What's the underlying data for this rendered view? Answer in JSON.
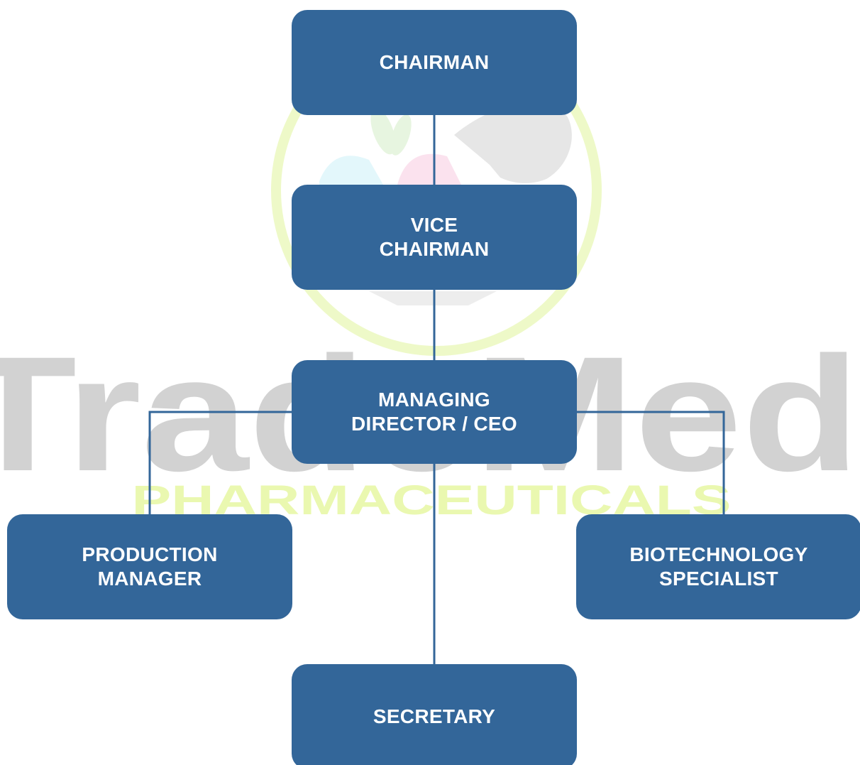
{
  "colors": {
    "node_fill": "#336699",
    "node_text": "#ffffff",
    "connector": "#336699",
    "watermark_gray": "#cfcfcf",
    "watermark_green": "#e6f7a3"
  },
  "watermark": {
    "wordmark": "TradeMed",
    "subtitle": "PHARMACEUTICALS"
  },
  "org_chart": {
    "chairman": "CHAIRMAN",
    "vice_chairman": "VICE\nCHAIRMAN",
    "managing_director": "MANAGING\nDIRECTOR / CEO",
    "production_manager": "PRODUCTION\nMANAGER",
    "biotechnology_specialist": "BIOTECHNOLOGY\nSPECIALIST",
    "secretary": "SECRETARY"
  }
}
